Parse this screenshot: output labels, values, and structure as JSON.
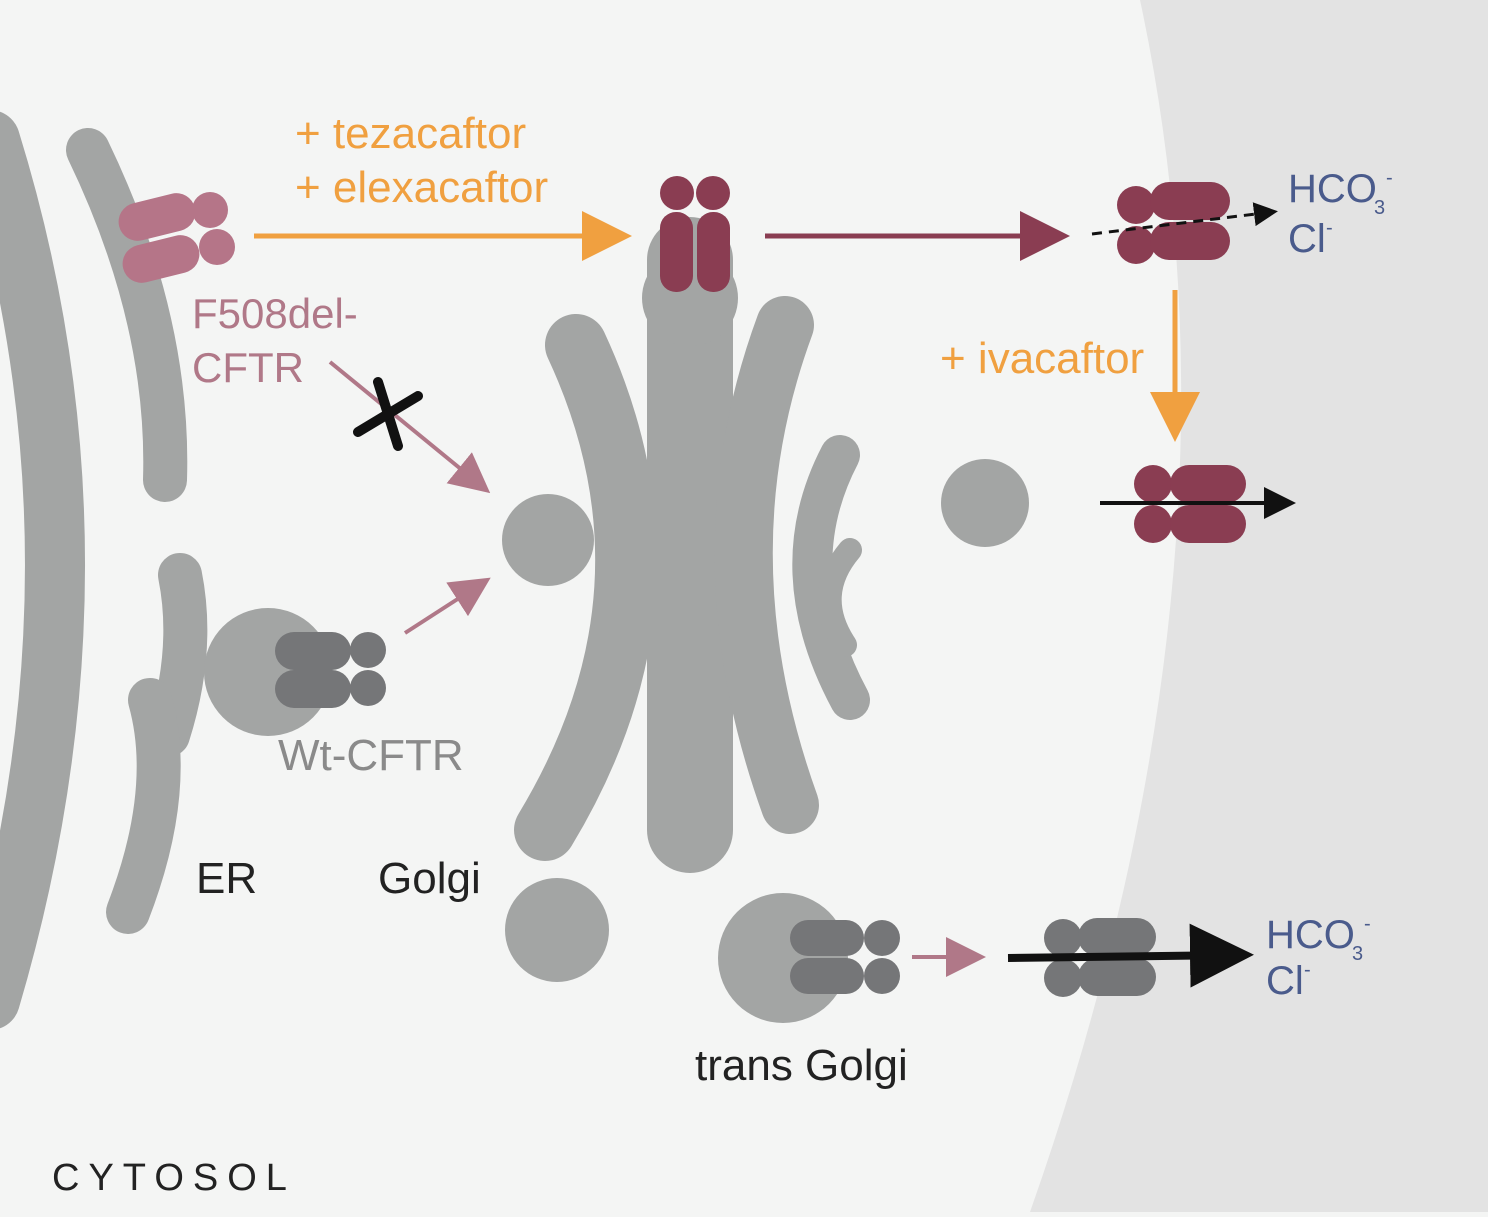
{
  "labels": {
    "drug_tezacaftor": "+ tezacaftor",
    "drug_elexacaftor": "+ elexacaftor",
    "drug_ivacaftor": "+ ivacaftor",
    "f508del_line1": "F508del-",
    "f508del_line2": "CFTR",
    "wt_cftr": "Wt-CFTR",
    "er": "ER",
    "golgi": "Golgi",
    "trans_golgi": "trans Golgi",
    "cytosol": "CYTOSOL"
  },
  "ions_top": {
    "hco3": "HCO",
    "hco3_sub": "3",
    "hco3_sup": "-",
    "cl": "Cl",
    "cl_sup": "-"
  },
  "ions_bottom": {
    "hco3": "HCO",
    "hco3_sub": "3",
    "hco3_sup": "-",
    "cl": "Cl",
    "cl_sup": "-"
  },
  "colors": {
    "background": "#f4f5f4",
    "extracellular": "#e3e3e3",
    "organelle": "#a3a5a4",
    "mutant_light": "#b57588",
    "mutant_dark": "#8a3d52",
    "wildtype": "#757678",
    "drug_arrow": "#f0a040",
    "ion_text": "#4a5b8c"
  }
}
